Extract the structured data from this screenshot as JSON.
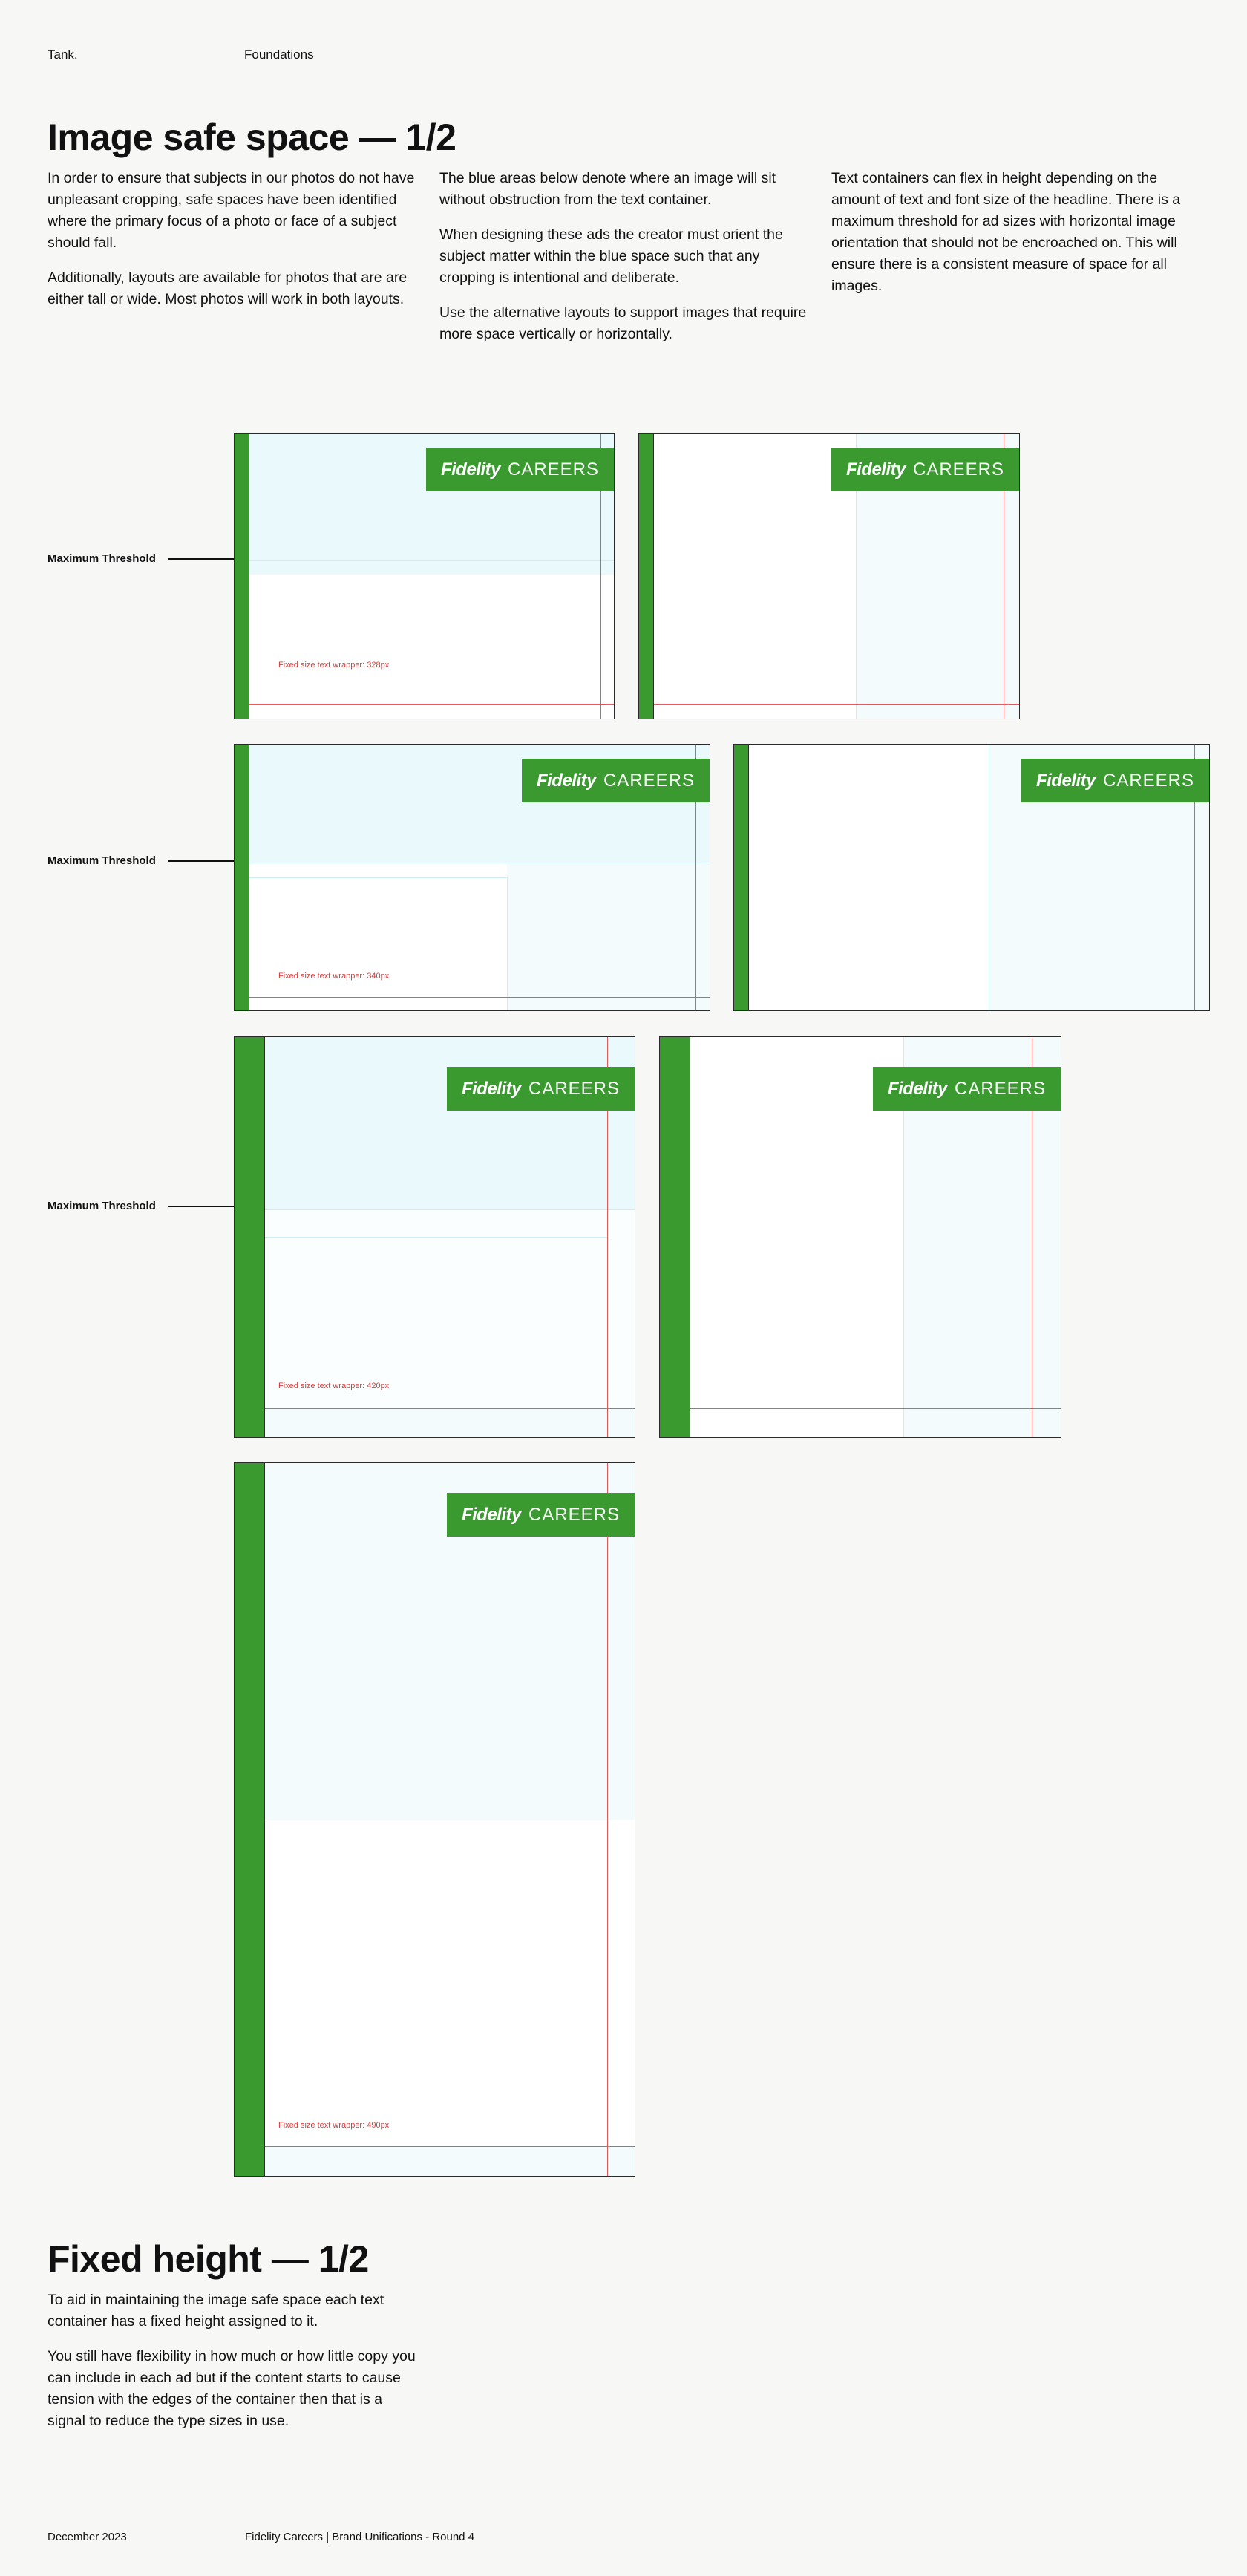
{
  "header": {
    "brand": "Tank.",
    "section": "Foundations"
  },
  "intro": {
    "title": "Image safe space — 1/2",
    "col1": [
      "In order to ensure that subjects in our photos do not have unpleasant cropping, safe spaces have been identified where the primary focus of a photo or face of a subject should fall.",
      "Additionally, layouts are available for photos that are are either tall or wide. Most photos will work in both layouts."
    ],
    "col2": [
      "The blue areas below denote where an image will sit without obstruction from the text container.",
      "When designing these ads the creator must orient the subject matter within the blue space such that any cropping is intentional and deliberate.",
      "Use the alternative layouts to support images that require more space vertically or horizontally."
    ],
    "col3": [
      "Text containers can flex in height depending on the amount of text and font size of the headline. There is a maximum threshold for ad sizes with horizontal image orientation that should not be encroached on. This will ensure there is a consistent measure of space for all images."
    ]
  },
  "threshold_label": "Maximum Threshold",
  "logo": {
    "word": "Fidelity",
    "sub": "CAREERS"
  },
  "ads": {
    "a1_fixed": "Fixed size text wrapper: 328px",
    "a3_fixed": "Fixed size text wrapper: 340px",
    "a5_fixed": "Fixed size text wrapper: 420px",
    "a7_fixed": "Fixed size text wrapper: 490px"
  },
  "fixed_height": {
    "title": "Fixed height — 1/2",
    "p1": "To aid in maintaining the image safe space each text container has a fixed height assigned to it.",
    "p2": "You still have flexibility in how much or how little copy you can include in each ad but if the content starts to cause tension with the edges of the container then that is a signal to reduce the type sizes in use."
  },
  "footer": {
    "date": "December 2023",
    "project": "Fidelity Careers | Brand Unifications - Round 4"
  },
  "colors": {
    "green": "#3a9a30",
    "safe_blue": "#eaf9fb",
    "guide_red": "#e25b5b"
  }
}
